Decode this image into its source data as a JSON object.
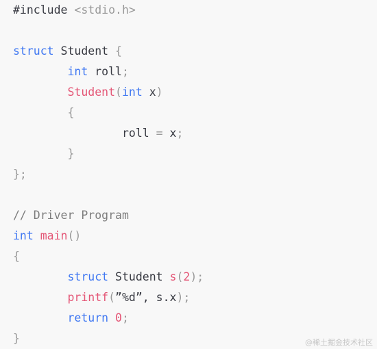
{
  "code": {
    "include_directive": "#include",
    "include_header": "<stdio.h>",
    "struct_keyword": "struct",
    "struct_name": "Student",
    "open_brace": "{",
    "close_brace": "}",
    "int_keyword": "int",
    "roll_name": "roll",
    "semicolon": ";",
    "constructor_name": "Student",
    "open_paren": "(",
    "close_paren": ")",
    "param_name": "x",
    "assign_op": "=",
    "struct_end": "};",
    "comment": "// Driver Program",
    "main_name": "main",
    "empty_parens": "()",
    "var_name": "s",
    "arg_value": "2",
    "printf_name": "printf",
    "format_string": "”%d”,",
    "member_access": "s.x",
    "return_keyword": "return",
    "return_value": "0"
  },
  "watermark": "@稀土掘金技术社区",
  "colors": {
    "background": "#f8f8f8",
    "keyword": "#4078f2",
    "function": "#e45676",
    "punctuation": "#999999",
    "comment": "#7d7d7d",
    "text": "#383a42"
  }
}
